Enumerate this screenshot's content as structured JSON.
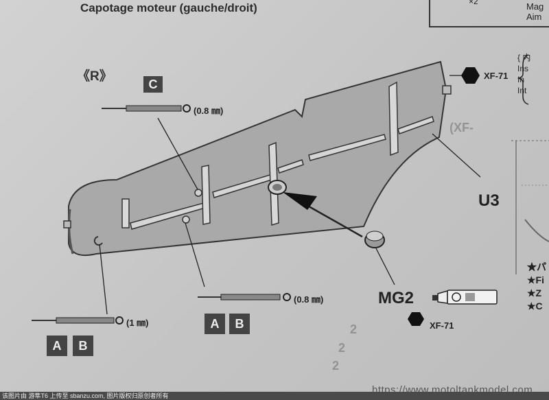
{
  "header": {
    "title": "Capotage moteur (gauche/droit)"
  },
  "top_box": {
    "count": "×2",
    "line1": "Mag",
    "line2": "Aim"
  },
  "side": {
    "label": "《R》"
  },
  "callout_c": {
    "letter": "C",
    "drill": "(0.8 ㎜)"
  },
  "callout_middle": {
    "drill": "(0.8 ㎜)",
    "letters": [
      "A",
      "B"
    ]
  },
  "callout_left": {
    "drill": "(1 ㎜)",
    "letters": [
      "A",
      "B"
    ]
  },
  "parts": {
    "main": "U3",
    "magnet": "MG2"
  },
  "paints": {
    "top": "XF-71",
    "bottom": "XF-71"
  },
  "right_notes": {
    "lines": [
      "{ 内",
      "Ins",
      "In",
      "Int"
    ]
  },
  "stars": {
    "lines": [
      "★パ",
      "★Fi",
      "★Z",
      "★C"
    ]
  },
  "faded": {
    "t1": "(XF-",
    "t2": "2",
    "t3": "2",
    "t4": "2"
  },
  "watermark": {
    "url": "https://www.motoltankmodel.com",
    "footer": "该图片由 游隼T6 上传至 sbanzu.com, 图片版权归原创者所有"
  }
}
